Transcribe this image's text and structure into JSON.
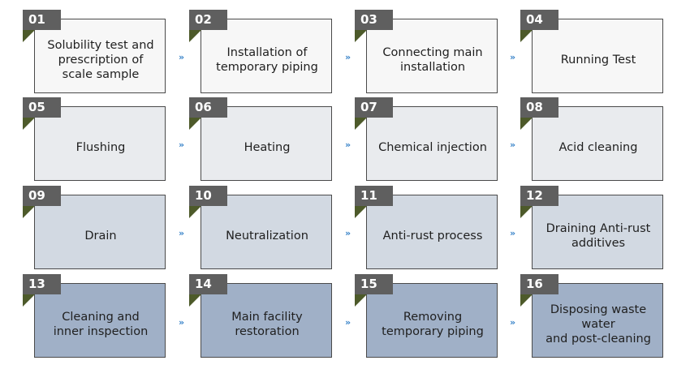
{
  "steps": [
    {
      "number": "01",
      "label": "Solubility test and\nprescription of\nscale sample"
    },
    {
      "number": "02",
      "label": "Installation of\ntemporary piping"
    },
    {
      "number": "03",
      "label": "Connecting main\ninstallation"
    },
    {
      "number": "04",
      "label": "Running Test"
    },
    {
      "number": "05",
      "label": "Flushing"
    },
    {
      "number": "06",
      "label": "Heating"
    },
    {
      "number": "07",
      "label": "Chemical injection"
    },
    {
      "number": "08",
      "label": "Acid cleaning"
    },
    {
      "number": "09",
      "label": "Drain"
    },
    {
      "number": "10",
      "label": "Neutralization"
    },
    {
      "number": "11",
      "label": "Anti-rust process"
    },
    {
      "number": "12",
      "label": "Draining Anti-rust\nadditives"
    },
    {
      "number": "13",
      "label": "Cleaning and\ninner inspection"
    },
    {
      "number": "14",
      "label": "Main facility\nrestoration"
    },
    {
      "number": "15",
      "label": "Removing\ntemporary piping"
    },
    {
      "number": "16",
      "label": "Disposing waste water\nand post-cleaning"
    }
  ],
  "arrow_glyph": "»",
  "colors": {
    "row1_fill": "#f7f7f7",
    "row2_fill": "#e9ebee",
    "row3_fill": "#d2d9e2",
    "row4_fill": "#a0b0c7",
    "badge": "#5f5f5f",
    "badge_fold": "#4d5a2a",
    "arrow": "#3a84c9"
  }
}
